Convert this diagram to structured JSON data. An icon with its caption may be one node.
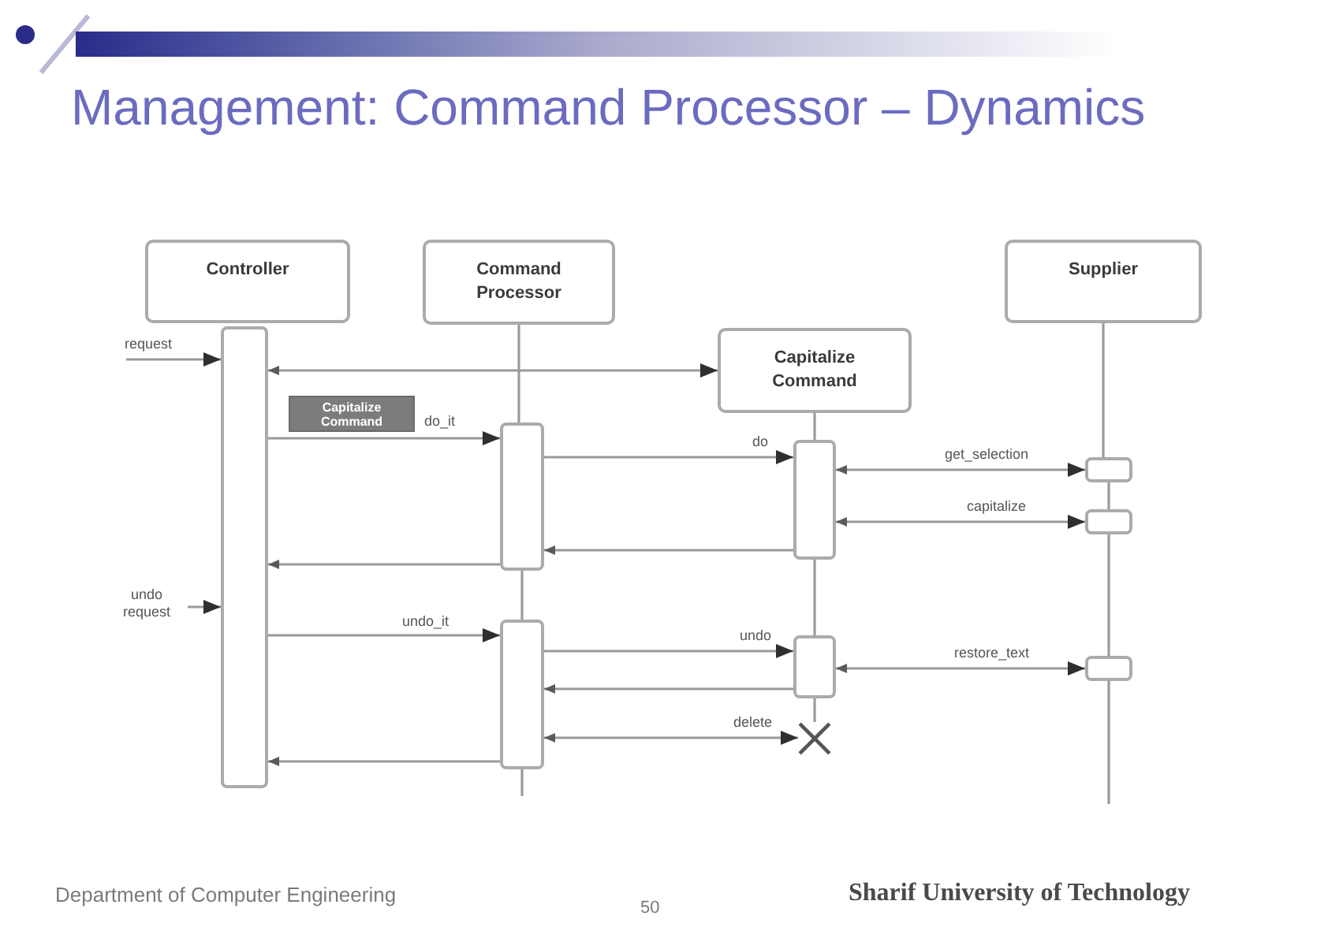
{
  "diagram": {
    "title": "Management: Command Processor – Dynamics",
    "nodes": [
      {
        "text": [
          "Controller"
        ]
      },
      {
        "text": [
          "Command Processor"
        ]
      },
      {
        "text": [
          "Capitalize Command"
        ]
      },
      {
        "text": [
          "Supplier"
        ]
      },
      {
        "text": [],
        "shape": "bar"
      },
      {
        "text": [],
        "shape": "bar"
      },
      {
        "text": [],
        "shape": "bar"
      },
      {
        "text": [],
        "shape": "bar"
      },
      {
        "text": [],
        "shape": "bar"
      },
      {
        "text": [],
        "shape": "bar"
      },
      {
        "text": [],
        "shape": "bar"
      },
      {
        "text": [],
        "shape": "bar"
      },
      {
        "text": [
          "Capitalize Command"
        ]
      },
      {
        "text": [],
        "shape": "cross"
      }
    ],
    "edges": [
      {
        "from": 1,
        "to": 5,
        "arrow": "none"
      },
      {
        "from": 5,
        "to": 6,
        "arrow": "none"
      },
      {
        "from": 6,
        "to": null,
        "arrow": "none"
      },
      {
        "from": 2,
        "to": 7,
        "arrow": "none"
      },
      {
        "from": 7,
        "to": 8,
        "arrow": "none"
      },
      {
        "from": 8,
        "to": 13,
        "arrow": "none"
      },
      {
        "from": 3,
        "to": 9,
        "arrow": "none"
      },
      {
        "from": 9,
        "to": 10,
        "arrow": "none"
      },
      {
        "from": 10,
        "to": 11,
        "arrow": "none"
      },
      {
        "from": 11,
        "to": null,
        "arrow": "none"
      },
      {
        "from": null,
        "to": 4,
        "arrow": "to",
        "label": "request"
      },
      {
        "from": 4,
        "to": 2,
        "arrow": "both"
      },
      {
        "from": 4,
        "to": 5,
        "arrow": "to",
        "label": "do_it"
      },
      {
        "from": 5,
        "to": 7,
        "arrow": "to",
        "label": "do"
      },
      {
        "from": 7,
        "to": 9,
        "arrow": "both",
        "label": "get_selection"
      },
      {
        "from": 7,
        "to": 10,
        "arrow": "both",
        "label": "capitalize"
      },
      {
        "from": 7,
        "to": 5,
        "arrow": "to"
      },
      {
        "from": 5,
        "to": 4,
        "arrow": "to"
      },
      {
        "from": null,
        "to": 4,
        "arrow": "to",
        "label": "undo request"
      },
      {
        "from": 4,
        "to": 6,
        "arrow": "to",
        "label": "undo_it"
      },
      {
        "from": 6,
        "to": 8,
        "arrow": "to",
        "label": "undo"
      },
      {
        "from": 8,
        "to": 11,
        "arrow": "both",
        "label": "restore_text"
      },
      {
        "from": 8,
        "to": 6,
        "arrow": "to"
      },
      {
        "from": 6,
        "to": 13,
        "arrow": "both",
        "label": "delete"
      },
      {
        "from": 6,
        "to": 4,
        "arrow": "to"
      }
    ],
    "labels": [
      "Department of Computer Engineering",
      "50",
      "Sharif University of Technology"
    ]
  }
}
